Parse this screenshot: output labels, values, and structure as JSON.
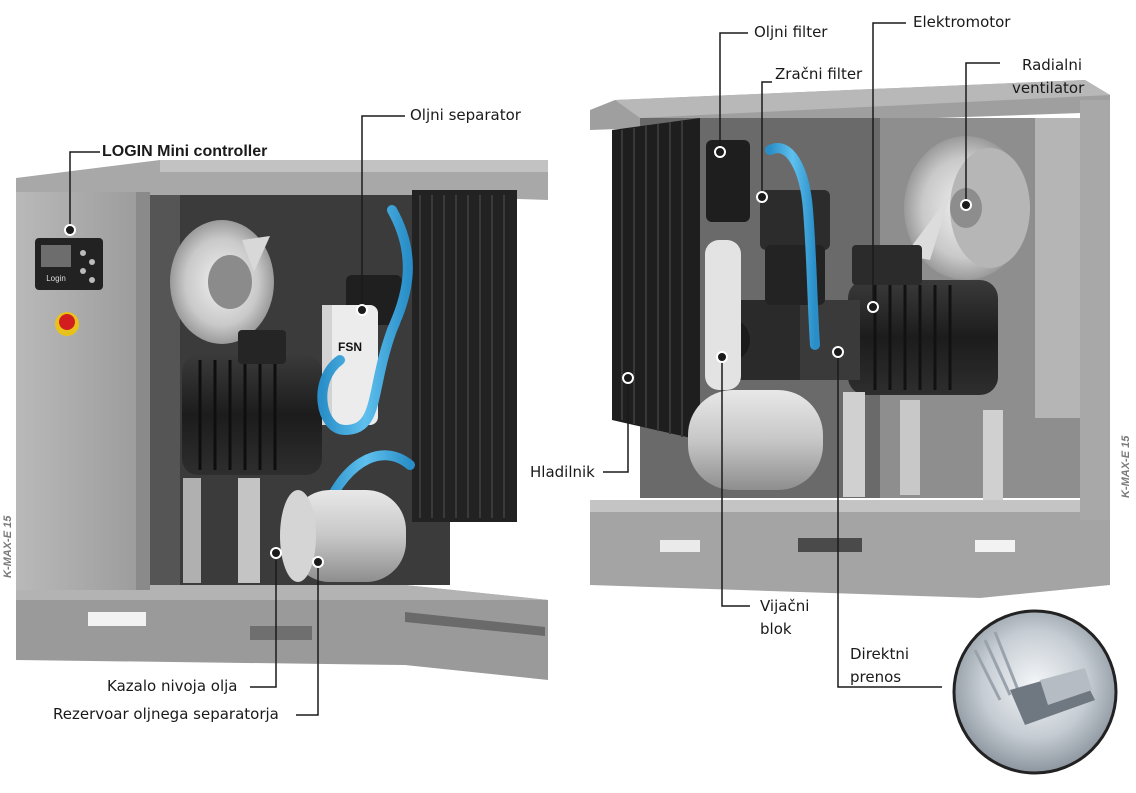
{
  "side_text_left": "K-MAX-E 15",
  "side_text_right": "K-MAX-E 15",
  "left_unit": {
    "labels": {
      "controller": "LOGIN Mini controller",
      "oil_separator": "Oljni separator",
      "oil_level": "Kazalo nivoja olja",
      "separator_tank": "Rezervoar oljnega separatorja"
    },
    "brand_on_filter": "FSN",
    "controller_screen": "Login"
  },
  "right_unit": {
    "labels": {
      "oil_filter": "Oljni filter",
      "motor": "Elektromotor",
      "air_filter": "Zračni filter",
      "fan_line1": "Radialni",
      "fan_line2": "ventilator",
      "cooler": "Hladilnik",
      "screw_line1": "Vijačni",
      "screw_line2": "blok",
      "drive_line1": "Direktni",
      "drive_line2": "prenos"
    }
  }
}
